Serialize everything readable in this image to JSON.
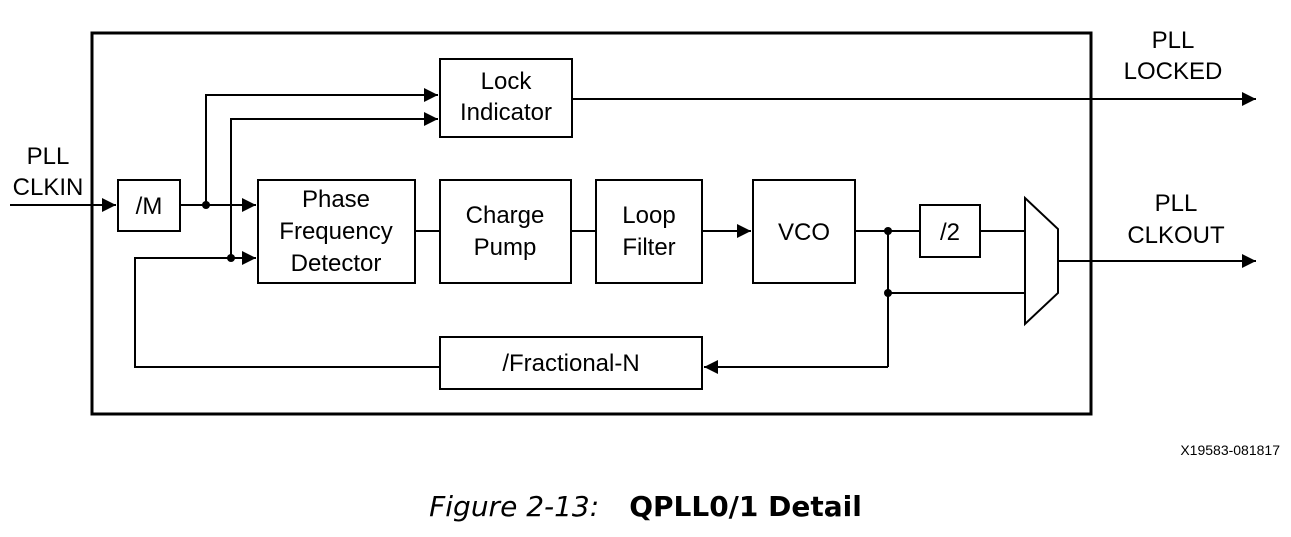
{
  "diagram": {
    "inputs": {
      "clkin_line1": "PLL",
      "clkin_line2": "CLKIN"
    },
    "outputs": {
      "locked_line1": "PLL",
      "locked_line2": "LOCKED",
      "clkout_line1": "PLL",
      "clkout_line2": "CLKOUT"
    },
    "blocks": {
      "m_divider": "/M",
      "lock_indicator": [
        "Lock",
        "Indicator"
      ],
      "pfd": [
        "Phase",
        "Frequency",
        "Detector"
      ],
      "charge_pump": [
        "Charge",
        "Pump"
      ],
      "loop_filter": [
        "Loop",
        "Filter"
      ],
      "vco": "VCO",
      "div2": "/2",
      "fractional_n": "/Fractional-N"
    },
    "figure_id": "X19583-081817"
  },
  "caption": {
    "number": "Figure 2-13:",
    "title": "QPLL0/1 Detail"
  }
}
